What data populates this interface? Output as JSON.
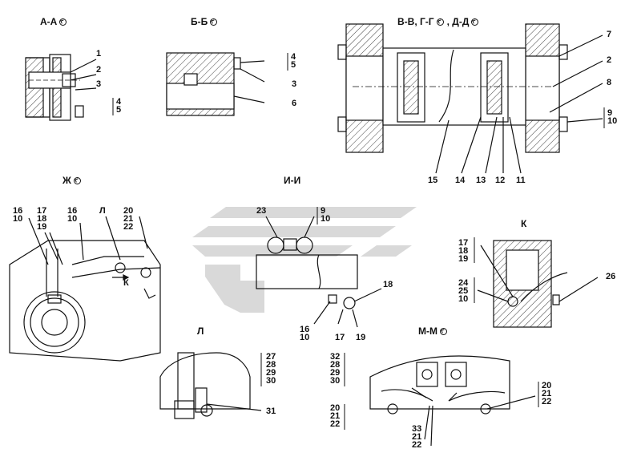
{
  "sections": {
    "aa": {
      "title": "А-А"
    },
    "bb": {
      "title": "Б-Б"
    },
    "vv": {
      "title": "В-В, Г-Г",
      "title2": ", Д-Д"
    },
    "zh": {
      "title": "Ж"
    },
    "ii": {
      "title": "И-И"
    },
    "k": {
      "title": "К"
    },
    "l": {
      "title": "Л"
    },
    "mm": {
      "title": "М-М"
    }
  },
  "callouts": {
    "aa": {
      "c1": "1",
      "c2": "2",
      "c3": "3",
      "c4": "4",
      "c5": "5"
    },
    "bb": {
      "c4": "4",
      "c5": "5",
      "c3": "3",
      "c6": "6"
    },
    "vv": {
      "c7": "7",
      "c2": "2",
      "c8": "8",
      "c9": "9",
      "c10": "10",
      "c15": "15",
      "c14": "14",
      "c13": "13",
      "c12": "12",
      "c11": "11"
    },
    "zh": {
      "g1a": "16",
      "g1b": "10",
      "g2a": "17",
      "g2b": "18",
      "g2c": "19",
      "g3a": "16",
      "g3b": "10",
      "l": "Л",
      "g4a": "20",
      "g4b": "21",
      "g4c": "22",
      "k": "К"
    },
    "ii": {
      "c23": "23",
      "c9": "9",
      "c10": "10",
      "c18": "18",
      "c16": "16",
      "c10b": "10",
      "c17": "17",
      "c19": "19"
    },
    "k": {
      "a1": "17",
      "a2": "18",
      "a3": "19",
      "b1": "24",
      "b2": "25",
      "b3": "10",
      "c26": "26"
    },
    "l": {
      "a1": "27",
      "a2": "28",
      "a3": "29",
      "a4": "30",
      "c31": "31"
    },
    "mm": {
      "a1": "32",
      "a2": "28",
      "a3": "29",
      "a4": "30",
      "b1": "20",
      "b2": "21",
      "b3": "22",
      "c1": "33",
      "c2": "21",
      "c3": "22",
      "d1": "20",
      "d2": "21",
      "d3": "22"
    }
  },
  "icons": [
    "view-direction-icon"
  ],
  "colors": {
    "ink": "#111111",
    "watermark": "#d9d9d9"
  }
}
